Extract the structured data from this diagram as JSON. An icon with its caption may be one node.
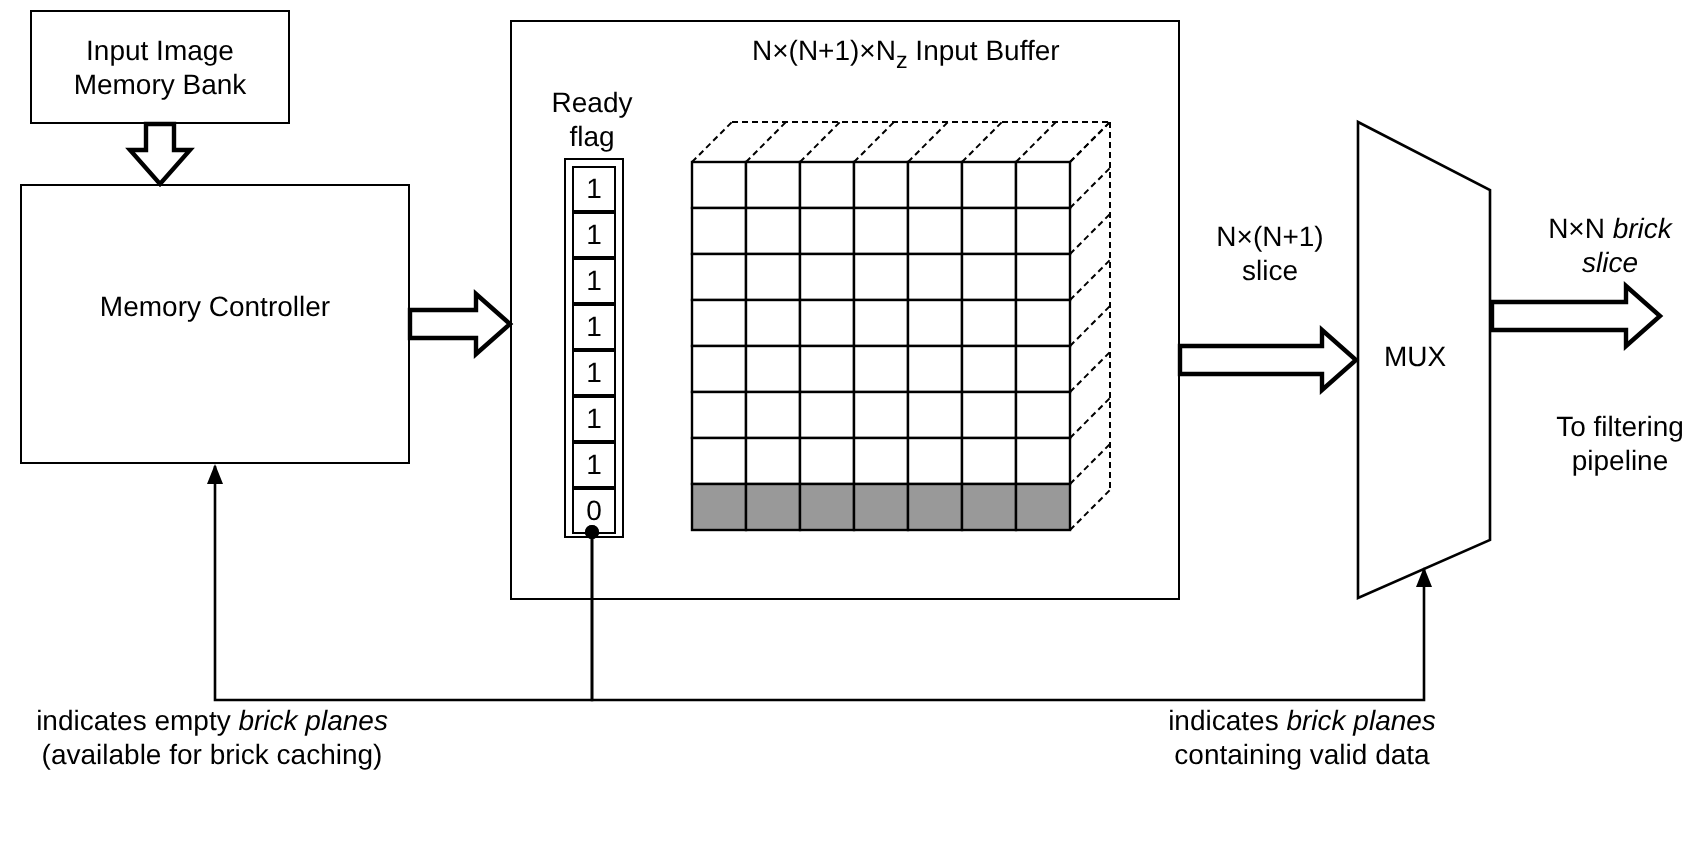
{
  "diagram": {
    "nodes": [
      {
        "text": [
          "Input Image Memory Bank"
        ]
      },
      {
        "text": [
          "Memory Controller"
        ]
      },
      {
        "text": [
          "N×(N+1)×N$_{z}$ Input Buffer"
        ]
      },
      {
        "text": [
          "Ready flag"
        ],
        "in": 2
      },
      {
        "text": [
          "1"
        ],
        "in": 3
      },
      {
        "text": [
          "1"
        ],
        "in": 3
      },
      {
        "text": [
          "1"
        ],
        "in": 3
      },
      {
        "text": [
          "1"
        ],
        "in": 3
      },
      {
        "text": [
          "1"
        ],
        "in": 3
      },
      {
        "text": [
          "1"
        ],
        "in": 3
      },
      {
        "text": [
          "1"
        ],
        "in": 3
      },
      {
        "text": [
          "0"
        ],
        "in": 3
      },
      {
        "text": [],
        "shape": "box",
        "in": 2
      },
      {
        "text": [
          "MUX"
        ]
      }
    ],
    "edges": [
      {
        "from": 0,
        "to": 1,
        "arrow": "to",
        "style": "thick"
      },
      {
        "from": 1,
        "to": 2,
        "arrow": "to",
        "style": "thick"
      },
      {
        "from": 2,
        "to": 13,
        "arrow": "to",
        "style": "thick",
        "label": "N×(N+1) slice"
      },
      {
        "from": 13,
        "to": null,
        "arrow": "to",
        "style": "thick",
        "label": "N×N *brick slice*"
      },
      {
        "from": 11,
        "to": 1,
        "arrow": "to",
        "label": "indicates empty *brick planes* (available for brick caching)"
      },
      {
        "from": 11,
        "to": 13,
        "arrow": "to",
        "label": "indicates *brick planes* containing valid data"
      }
    ],
    "labels": [
      "To filtering pipeline"
    ]
  }
}
